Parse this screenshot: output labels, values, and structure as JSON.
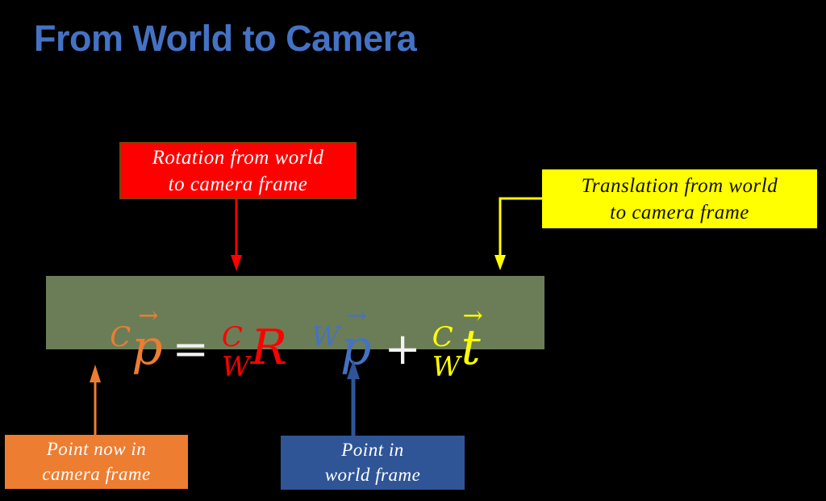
{
  "title": "From World to Camera",
  "colors": {
    "title_blue": "#4472c4",
    "rotation_red": "#fe0000",
    "rotation_border_brown": "#843c0c",
    "translation_yellow": "#ffff00",
    "camera_orange": "#ed7d31",
    "world_blue": "#2f5597",
    "equation_blue": "#4472c4",
    "equation_box_green": "#6b7d57",
    "operator_white": "#f2f2f2",
    "background": "#000000"
  },
  "callouts": {
    "rotation": {
      "line1": "Rotation from world",
      "line2": "to camera frame"
    },
    "translation": {
      "line1": "Translation from world",
      "line2": "to camera frame"
    },
    "camera_point": {
      "line1": "Point now in",
      "line2": "camera frame"
    },
    "world_point": {
      "line1": "Point in",
      "line2": "world frame"
    }
  },
  "equation": {
    "vector_glyph": "→",
    "lhs": {
      "pre_sup": "C",
      "symbol": "p"
    },
    "equals": "=",
    "rotation": {
      "pre_sup": "C",
      "pre_sub": "W",
      "symbol": "R"
    },
    "world_point": {
      "pre_sup": "W",
      "symbol": "p"
    },
    "plus": "+",
    "translation": {
      "pre_sup": "C",
      "pre_sub": "W",
      "symbol": "t"
    }
  }
}
